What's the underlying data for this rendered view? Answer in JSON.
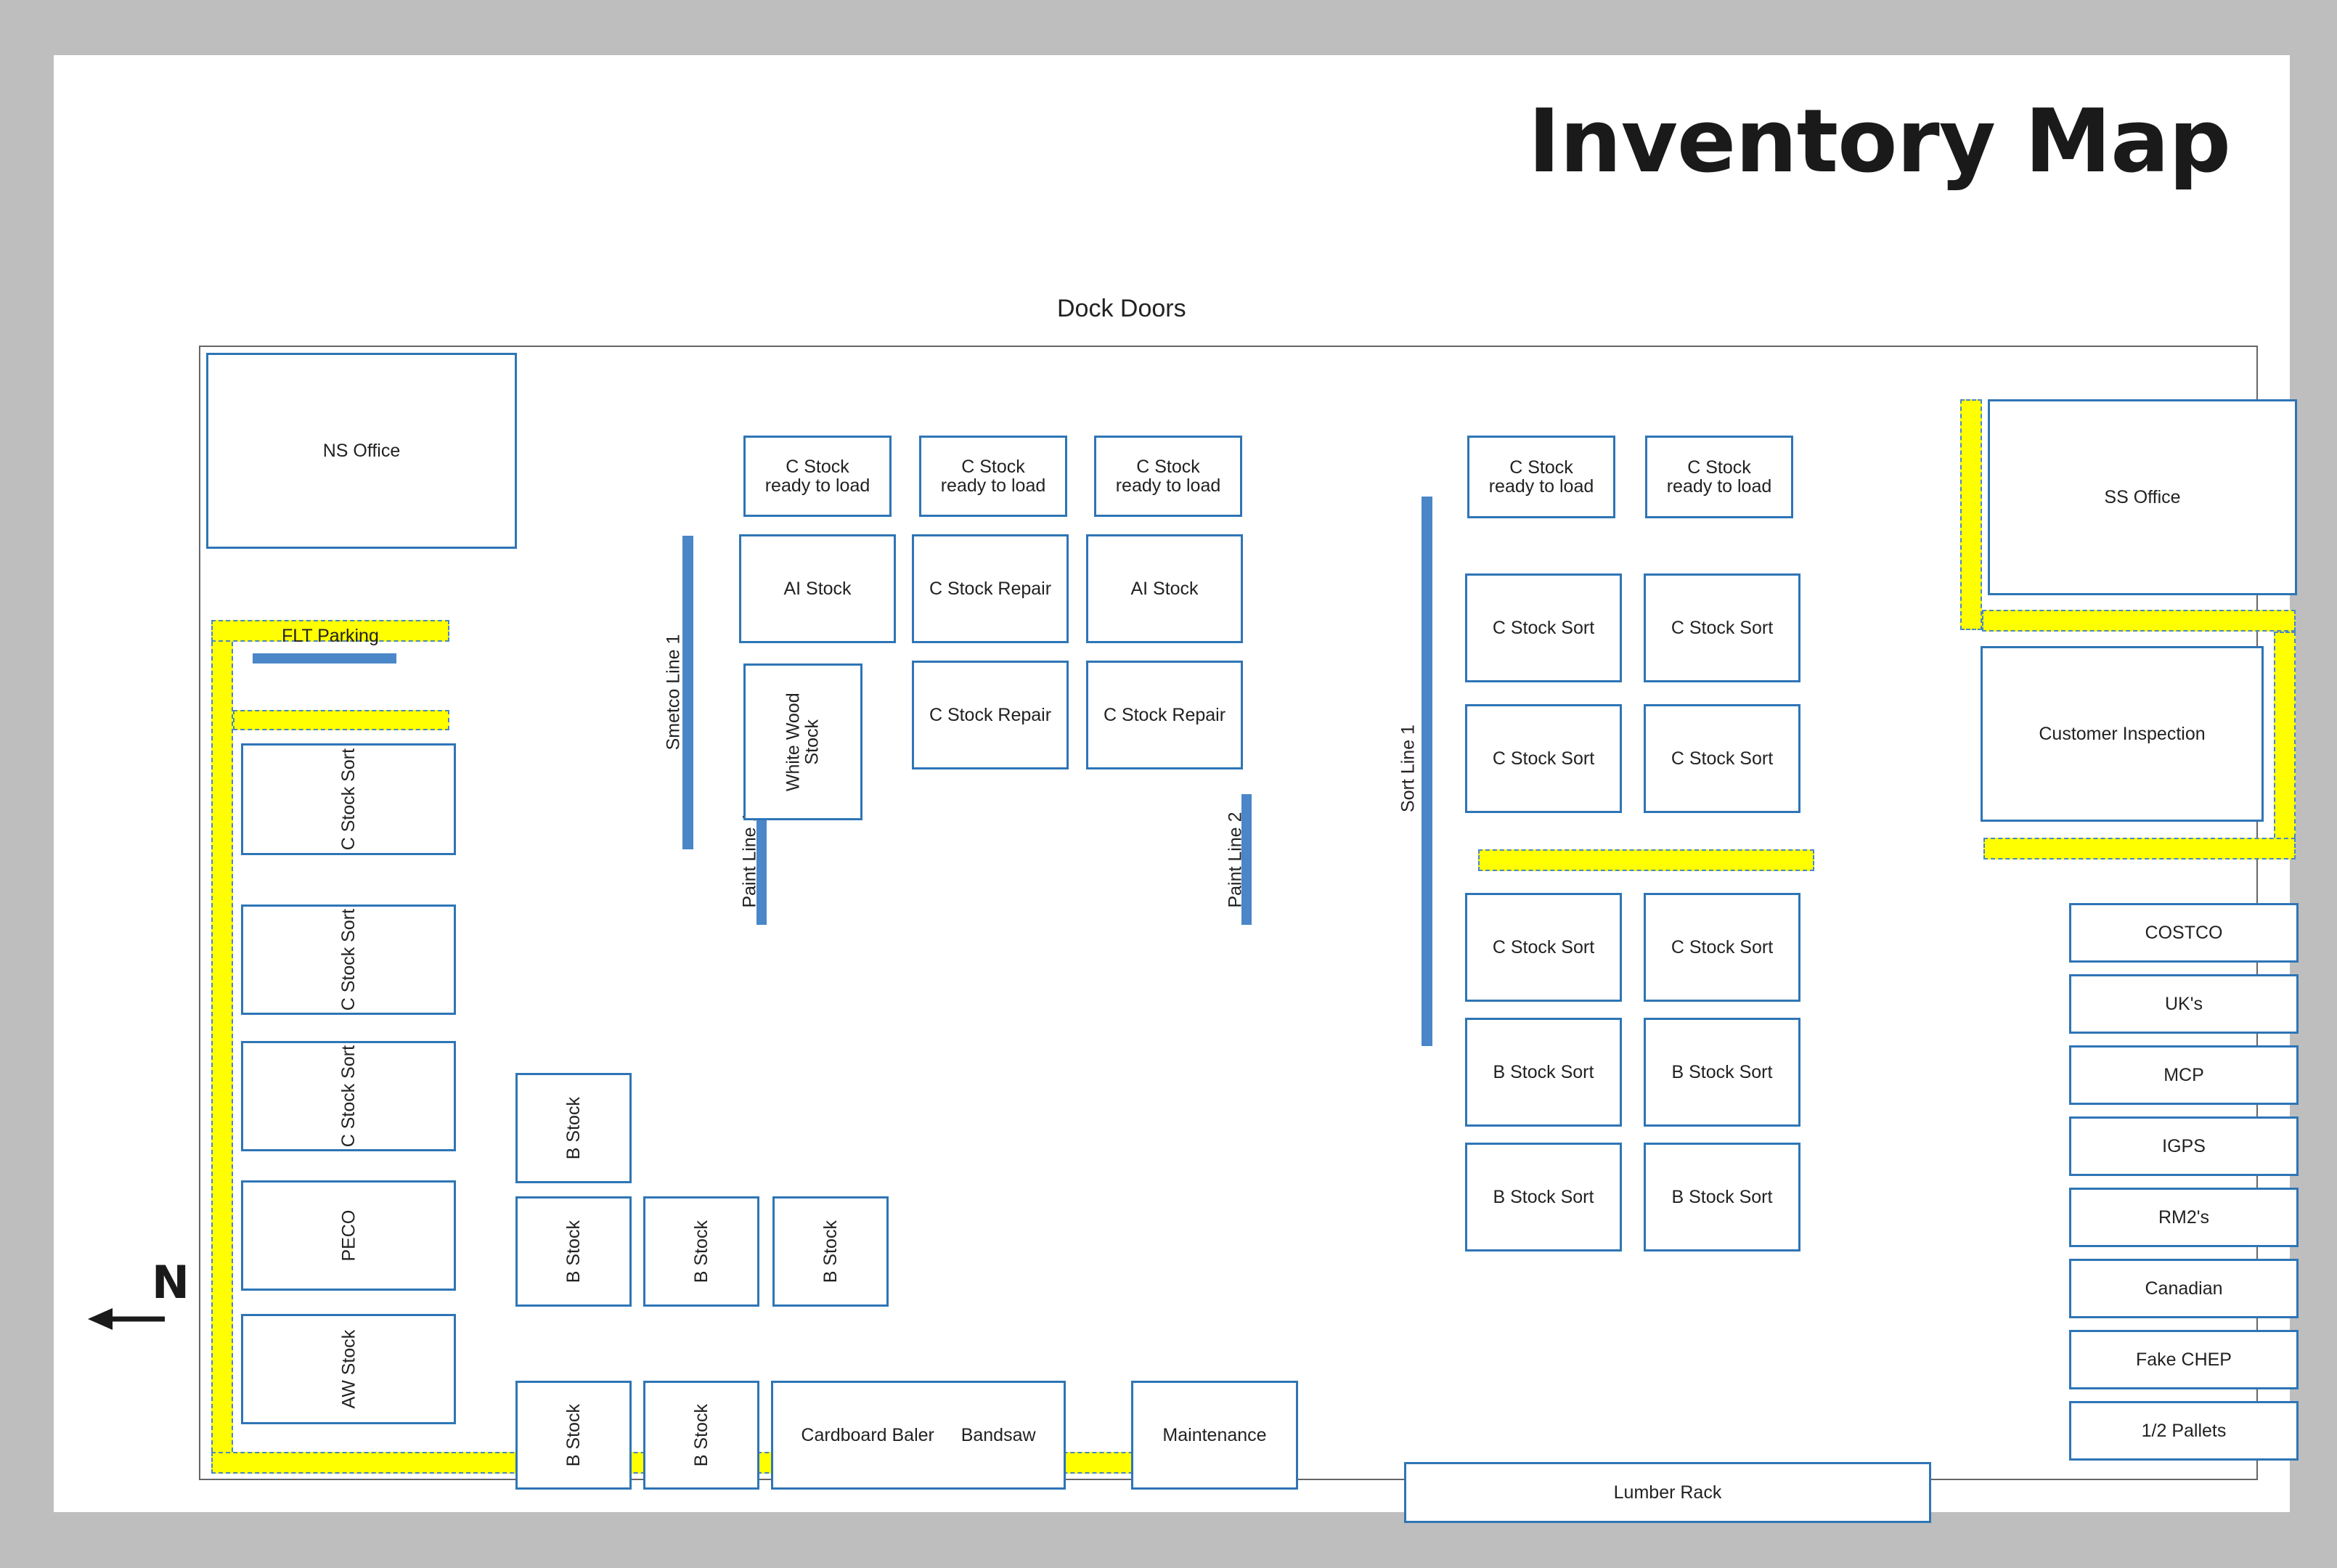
{
  "title": "Inventory Map",
  "dock_label": "Dock Doors",
  "north_label": "N",
  "colors": {
    "zone_border": "#2e75b6",
    "line_fill": "#4a86c8",
    "walkway": "#ffff00",
    "background": "#bebebe"
  },
  "offices": {
    "ns": "NS Office",
    "ss": "SS Office",
    "customer": "Customer Inspection"
  },
  "flt_parking": "FLT Parking",
  "lines": {
    "smetco": "Smetco Line 1",
    "paint1": "Paint Line 1",
    "paint2": "Paint Line 2",
    "sort1": "Sort Line 1"
  },
  "ready_to_load": [
    "C Stock\nready to load",
    "C Stock\nready to load",
    "C Stock\nready to load",
    "C Stock\nready to load",
    "C Stock\nready to load"
  ],
  "center_zones": {
    "ai_stock_left": "AI Stock",
    "c_stock_repair_top": "C Stock Repair",
    "ai_stock_right": "AI Stock",
    "white_wood": "White Wood\nStock",
    "c_stock_repair_mid": "C Stock Repair",
    "c_stock_repair_right": "C Stock Repair"
  },
  "west_zones": [
    "C Stock Sort",
    "C Stock Sort",
    "C Stock Sort",
    "PECO",
    "AW Stock"
  ],
  "b_stock": [
    "B Stock",
    "B Stock",
    "B Stock",
    "B Stock",
    "B Stock",
    "B Stock"
  ],
  "bottom": {
    "cardboard_baler": "Cardboard Baler",
    "bandsaw": "Bandsaw",
    "maintenance": "Maintenance",
    "lumber_rack": "Lumber Rack"
  },
  "east_sort": {
    "row1": [
      "C Stock Sort",
      "C Stock Sort"
    ],
    "row2": [
      "C Stock Sort",
      "C Stock Sort"
    ],
    "row3": [
      "C Stock Sort",
      "C Stock Sort"
    ],
    "row4": [
      "B Stock Sort",
      "B Stock Sort"
    ],
    "row5": [
      "B Stock Sort",
      "B Stock Sort"
    ]
  },
  "customers": [
    "COSTCO",
    "UK's",
    "MCP",
    "IGPS",
    "RM2's",
    "Canadian",
    "Fake CHEP",
    "1/2 Pallets"
  ]
}
